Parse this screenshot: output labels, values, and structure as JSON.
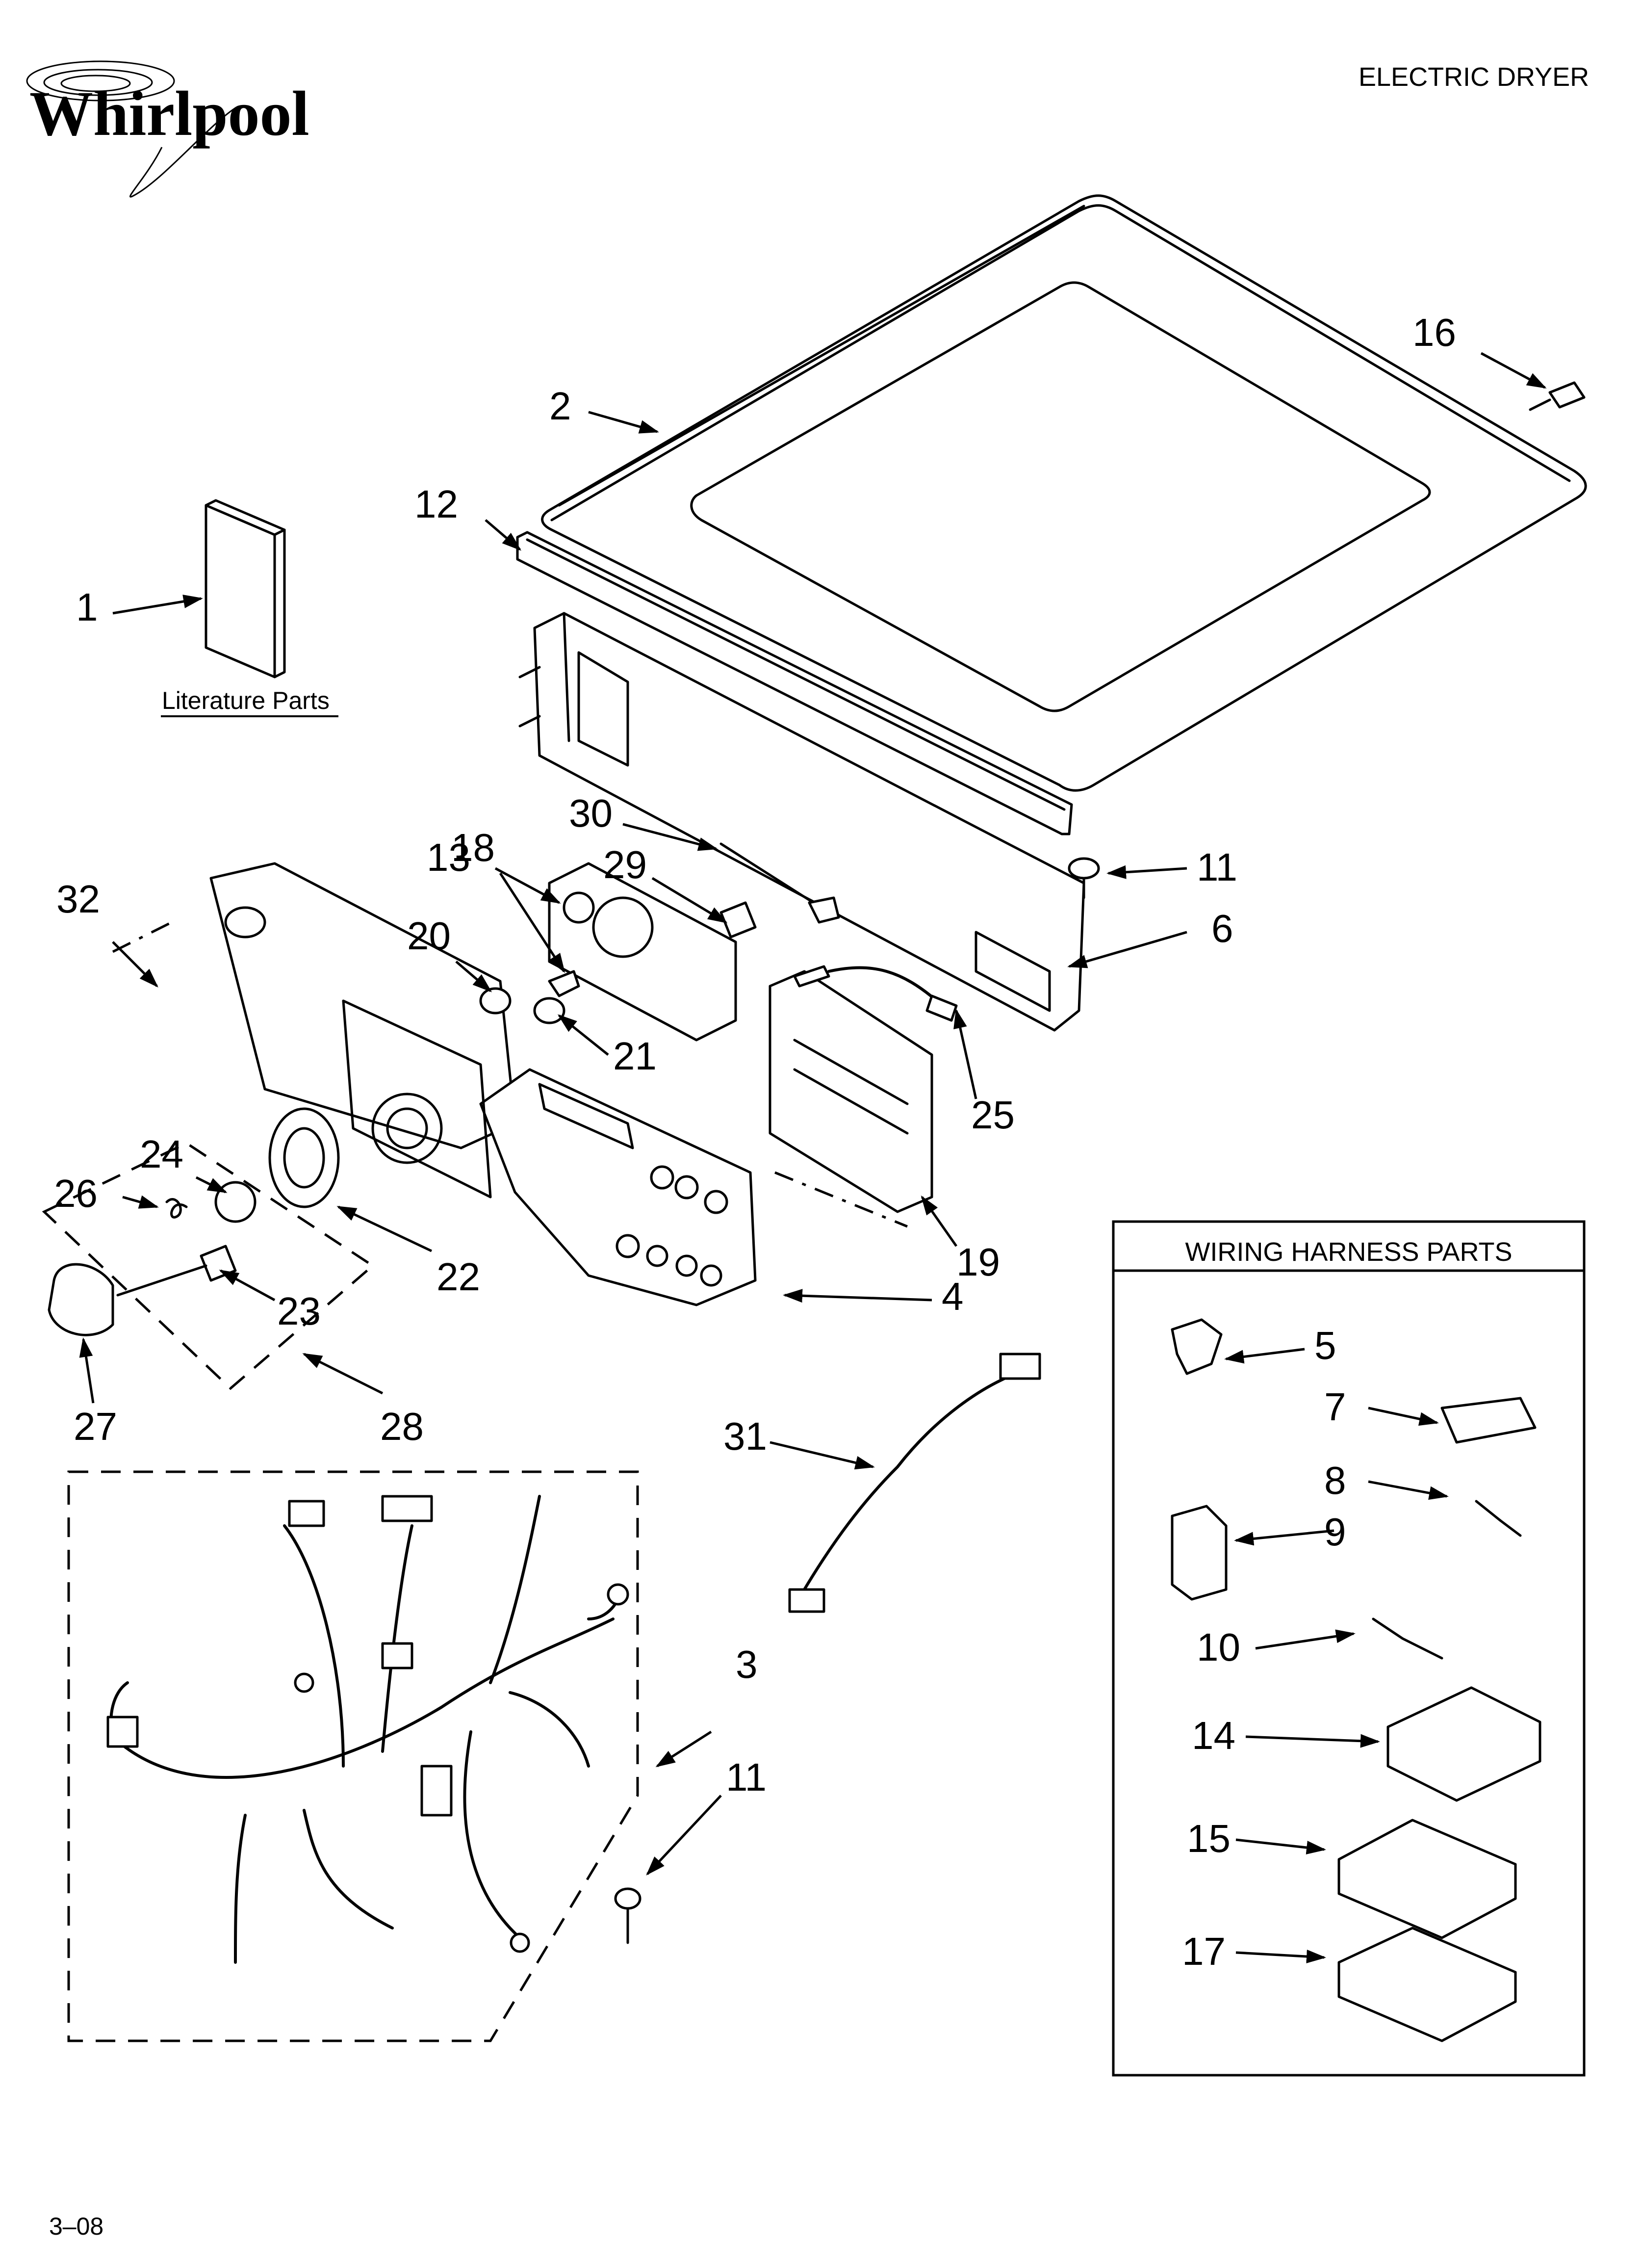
{
  "brand": {
    "name": "Whirlpool"
  },
  "header": {
    "product": "ELECTRIC DRYER"
  },
  "literature": {
    "label": "Literature Parts"
  },
  "wiring_box": {
    "title": "WIRING HARNESS PARTS"
  },
  "footer": {
    "code": "3–08"
  },
  "callouts": {
    "c1": "1",
    "c2": "2",
    "c3": "3",
    "c4": "4",
    "c5": "5",
    "c6": "6",
    "c7": "7",
    "c8": "8",
    "c9": "9",
    "c10": "10",
    "c11a": "11",
    "c11b": "11",
    "c12": "12",
    "c13": "13",
    "c14": "14",
    "c15": "15",
    "c16": "16",
    "c17": "17",
    "c18": "18",
    "c19": "19",
    "c20": "20",
    "c21": "21",
    "c22": "22",
    "c23": "23",
    "c24": "24",
    "c25": "25",
    "c26": "26",
    "c27": "27",
    "c28": "28",
    "c29": "29",
    "c30": "30",
    "c31": "31",
    "c32": "32"
  }
}
